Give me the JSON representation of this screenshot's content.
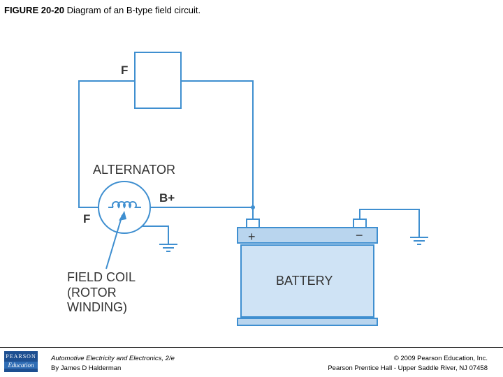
{
  "header": {
    "figure_label": "FIGURE 20-20",
    "caption": "Diagram of an B-type field circuit."
  },
  "diagram": {
    "field_terminal_top": "F",
    "alternator_label": "ALTERNATOR",
    "b_plus_label": "B+",
    "field_terminal_left": "F",
    "field_coil_line1": "FIELD COIL",
    "field_coil_line2": "(ROTOR",
    "field_coil_line3": "WINDING)",
    "battery_label": "BATTERY",
    "battery_plus": "+",
    "battery_minus": "−",
    "colors": {
      "wire": "#3f8fd0",
      "battery_body": "#cfe3f5",
      "battery_lid": "#b9d5ee",
      "text": "#333333"
    }
  },
  "footer": {
    "logo_top": "PEARSON",
    "logo_bottom": "Education",
    "book_title": "Automotive Electricity and Electronics, 2/e",
    "book_author": "By James D Halderman",
    "copyright": "© 2009 Pearson Education, Inc.",
    "publisher": "Pearson Prentice Hall - Upper Saddle River, NJ 07458"
  }
}
